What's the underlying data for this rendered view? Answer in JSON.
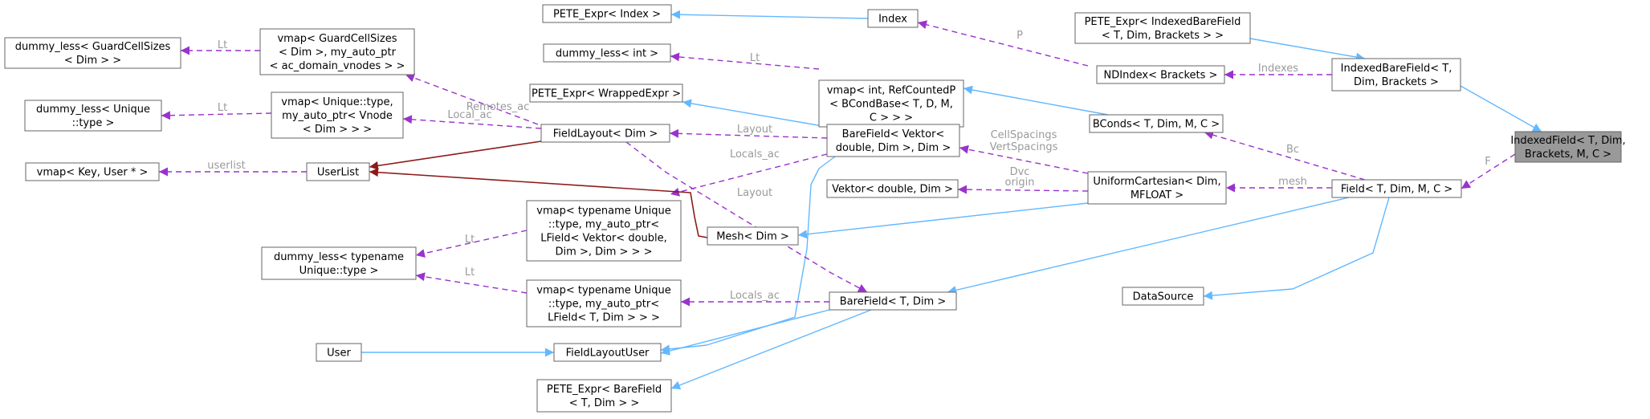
{
  "colors": {
    "inheritance": "#63b8ff",
    "usage": "#9a32cd",
    "ownership": "#8b1a1a",
    "node_border": "#666666",
    "highlight_fill": "#999999",
    "label_gray": "#9a9a9a"
  },
  "nodes": [
    {
      "id": "IndexedField",
      "lines": [
        "IndexedField< T, Dim,",
        "Brackets, M, C >"
      ]
    },
    {
      "id": "IndexedBareField",
      "lines": [
        "IndexedBareField< T,",
        "Dim, Brackets >"
      ]
    },
    {
      "id": "PETE_IBF",
      "lines": [
        "PETE_Expr< IndexedBareField",
        "< T, Dim, Brackets > >"
      ]
    },
    {
      "id": "NDIndex",
      "lines": [
        "NDIndex< Brackets >"
      ]
    },
    {
      "id": "Index",
      "lines": [
        "Index"
      ]
    },
    {
      "id": "PETE_Index",
      "lines": [
        "PETE_Expr< Index >"
      ]
    },
    {
      "id": "Field",
      "lines": [
        "Field< T, Dim, M, C >"
      ]
    },
    {
      "id": "BConds",
      "lines": [
        "BConds< T, Dim, M, C >"
      ]
    },
    {
      "id": "vmapRCP",
      "lines": [
        "vmap< int, RefCountedP",
        "< BCondBase< T, D, M,",
        "C > > >"
      ]
    },
    {
      "id": "dlInt",
      "lines": [
        "dummy_less< int >"
      ]
    },
    {
      "id": "UniformCartesian",
      "lines": [
        "UniformCartesian< Dim,",
        "MFLOAT >"
      ]
    },
    {
      "id": "BareFieldVektor",
      "lines": [
        "BareField< Vektor<",
        "double, Dim >, Dim >"
      ]
    },
    {
      "id": "PETE_WE",
      "lines": [
        "PETE_Expr< WrappedExpr >"
      ]
    },
    {
      "id": "FieldLayout",
      "lines": [
        "FieldLayout< Dim >"
      ]
    },
    {
      "id": "vmapGCS",
      "lines": [
        "vmap< GuardCellSizes",
        "< Dim >, my_auto_ptr",
        "< ac_domain_vnodes > >"
      ]
    },
    {
      "id": "dlGCS",
      "lines": [
        "dummy_less< GuardCellSizes",
        "< Dim > >"
      ]
    },
    {
      "id": "vmapUV",
      "lines": [
        "vmap< Unique::type,",
        "my_auto_ptr< Vnode",
        "< Dim > > >"
      ]
    },
    {
      "id": "dlUnique",
      "lines": [
        "dummy_less< Unique",
        "::type >"
      ]
    },
    {
      "id": "UserList",
      "lines": [
        "UserList"
      ]
    },
    {
      "id": "vmapKU",
      "lines": [
        "vmap< Key, User * >"
      ]
    },
    {
      "id": "VektorDouble",
      "lines": [
        "Vektor< double, Dim >"
      ]
    },
    {
      "id": "MeshDim",
      "lines": [
        "Mesh< Dim >"
      ]
    },
    {
      "id": "vmapLFV",
      "lines": [
        "vmap< typename Unique",
        "::type, my_auto_ptr<",
        "LField< Vektor< double,",
        "Dim >, Dim > > >"
      ]
    },
    {
      "id": "dlTU",
      "lines": [
        "dummy_less< typename",
        "Unique::type >"
      ]
    },
    {
      "id": "vmapLFT",
      "lines": [
        "vmap< typename Unique",
        "::type, my_auto_ptr<",
        "LField< T, Dim > > >"
      ]
    },
    {
      "id": "BareFieldT",
      "lines": [
        "BareField< T, Dim >"
      ]
    },
    {
      "id": "DataSource",
      "lines": [
        "DataSource"
      ]
    },
    {
      "id": "User",
      "lines": [
        "User"
      ]
    },
    {
      "id": "FieldLayoutUser",
      "lines": [
        "FieldLayoutUser"
      ]
    },
    {
      "id": "PETE_BF",
      "lines": [
        "PETE_Expr< BareField",
        "< T, Dim > >"
      ]
    }
  ],
  "edges": [
    {
      "type": "inheritance",
      "from": "IndexedBareField",
      "to": "IndexedField",
      "label": ""
    },
    {
      "type": "usage",
      "from": "Field",
      "to": "IndexedField",
      "label": "F"
    },
    {
      "type": "inheritance",
      "from": "PETE_IBF",
      "to": "IndexedBareField",
      "label": ""
    },
    {
      "type": "usage",
      "from": "NDIndex",
      "to": "IndexedBareField",
      "label": "Indexes"
    },
    {
      "type": "usage",
      "from": "Index",
      "to": "NDIndex",
      "label": "P"
    },
    {
      "type": "inheritance",
      "from": "PETE_Index",
      "to": "Index",
      "label": ""
    },
    {
      "type": "usage",
      "from": "BConds",
      "to": "Field",
      "label": "Bc"
    },
    {
      "type": "usage",
      "from": "UniformCartesian",
      "to": "Field",
      "label": "mesh"
    },
    {
      "type": "inheritance",
      "from": "BareFieldT",
      "to": "Field",
      "label": ""
    },
    {
      "type": "inheritance",
      "from": "DataSource",
      "to": "Field",
      "label": ""
    },
    {
      "type": "inheritance",
      "from": "vmapRCP",
      "to": "BConds",
      "label": ""
    },
    {
      "type": "usage",
      "from": "dlInt",
      "to": "vmapRCP",
      "label": "Lt"
    },
    {
      "type": "usage",
      "from": "BareFieldVektor",
      "to": "UniformCartesian",
      "label": "CellSpacings\nVertSpacings"
    },
    {
      "type": "usage",
      "from": "VektorDouble",
      "to": "UniformCartesian",
      "label": "Dvc\norigin"
    },
    {
      "type": "inheritance",
      "from": "MeshDim",
      "to": "UniformCartesian",
      "label": ""
    },
    {
      "type": "inheritance",
      "from": "PETE_WE",
      "to": "BareFieldVektor",
      "label": ""
    },
    {
      "type": "usage",
      "from": "FieldLayout",
      "to": "BareFieldVektor",
      "label": "Layout"
    },
    {
      "type": "usage",
      "from": "vmapLFV",
      "to": "BareFieldVektor",
      "label": "Locals_ac"
    },
    {
      "type": "inheritance",
      "from": "FieldLayoutUser",
      "to": "BareFieldVektor",
      "label": ""
    },
    {
      "type": "usage",
      "from": "vmapGCS",
      "to": "FieldLayout",
      "label": "Remotes_ac"
    },
    {
      "type": "usage",
      "from": "vmapUV",
      "to": "FieldLayout",
      "label": "Local_ac"
    },
    {
      "type": "usage",
      "from": "dlGCS",
      "to": "vmapGCS",
      "label": "Lt"
    },
    {
      "type": "usage",
      "from": "dlUnique",
      "to": "vmapUV",
      "label": "Lt"
    },
    {
      "type": "ownership",
      "from": "FieldLayout",
      "to": "UserList",
      "label": ""
    },
    {
      "type": "ownership",
      "from": "MeshDim",
      "to": "UserList",
      "label": ""
    },
    {
      "type": "usage",
      "from": "vmapKU",
      "to": "UserList",
      "label": "userlist"
    },
    {
      "type": "usage",
      "from": "FieldLayout",
      "to": "BareFieldT",
      "label": "Layout"
    },
    {
      "type": "usage",
      "from": "vmapLFT",
      "to": "BareFieldT",
      "label": "Locals_ac"
    },
    {
      "type": "inheritance",
      "from": "FieldLayoutUser",
      "to": "BareFieldT",
      "label": ""
    },
    {
      "type": "inheritance",
      "from": "PETE_BF",
      "to": "BareFieldT",
      "label": ""
    },
    {
      "type": "usage",
      "from": "dlTU",
      "to": "vmapLFV",
      "label": "Lt"
    },
    {
      "type": "usage",
      "from": "dlTU",
      "to": "vmapLFT",
      "label": "Lt"
    },
    {
      "type": "inheritance",
      "from": "User",
      "to": "FieldLayoutUser",
      "label": ""
    }
  ]
}
